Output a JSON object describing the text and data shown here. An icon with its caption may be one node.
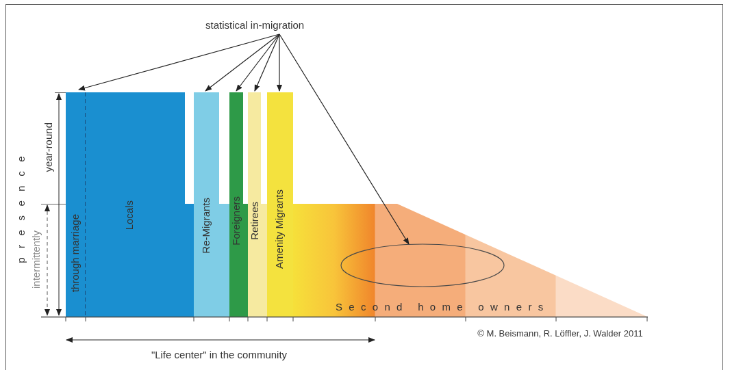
{
  "diagram": {
    "nodes": [
      {
        "text": [
          "statistical in-migration"
        ]
      },
      {
        "text": [
          "through marriage"
        ]
      },
      {
        "text": [
          "Locals"
        ]
      },
      {
        "text": [
          "Re-Migrants"
        ]
      },
      {
        "text": [
          "Foreigners"
        ]
      },
      {
        "text": [
          "Retirees"
        ]
      },
      {
        "text": [
          "Amenity Migrants"
        ]
      },
      {
        "text": [
          "Second home owners"
        ]
      },
      {
        "text": [],
        "shape": "ellipse",
        "in": 7
      }
    ],
    "edges": [
      {
        "from": 0,
        "to": 1,
        "arrow": "to"
      },
      {
        "from": 0,
        "to": 3,
        "arrow": "to"
      },
      {
        "from": 0,
        "to": 4,
        "arrow": "to"
      },
      {
        "from": 0,
        "to": 5,
        "arrow": "to"
      },
      {
        "from": 0,
        "to": 6,
        "arrow": "to"
      },
      {
        "from": 0,
        "to": 8,
        "arrow": "to"
      }
    ],
    "labels": [
      "presence",
      "year-round",
      "intermittently",
      "\"Life center\" in the community",
      "© M. Beismann, R. Löffler, J. Walder 2011"
    ]
  }
}
